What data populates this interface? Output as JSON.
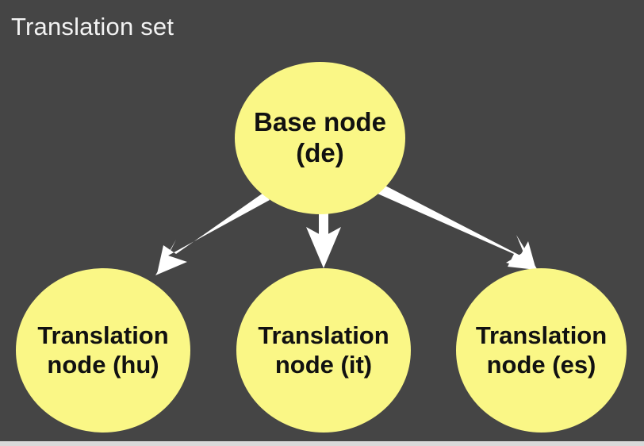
{
  "diagram": {
    "title": "Translation set",
    "background_color": "#454545",
    "node_fill_color": "#faf786",
    "node_text_color": "#111111",
    "title_color": "#f2f2f2",
    "arrow_color": "#ffffff",
    "type": "tree",
    "nodes": [
      {
        "id": "base",
        "label": "Base node\n(de)",
        "line1": "Base node",
        "line2": "(de)",
        "role": "base",
        "language": "de"
      },
      {
        "id": "hu",
        "label": "Translation node (hu)",
        "line1": "Translation",
        "line2": "node (hu)",
        "role": "translation",
        "language": "hu"
      },
      {
        "id": "it",
        "label": "Translation node (it)",
        "line1": "Translation",
        "line2": "node (it)",
        "role": "translation",
        "language": "it"
      },
      {
        "id": "es",
        "label": "Translation node (es)",
        "line1": "Translation",
        "line2": "node (es)",
        "role": "translation",
        "language": "es"
      }
    ],
    "edges": [
      {
        "from": "base",
        "to": "hu",
        "direction": "down-left",
        "arrowhead": "solid-triangle"
      },
      {
        "from": "base",
        "to": "it",
        "direction": "down",
        "arrowhead": "solid-triangle"
      },
      {
        "from": "base",
        "to": "es",
        "direction": "down-right",
        "arrowhead": "solid-triangle"
      }
    ]
  }
}
